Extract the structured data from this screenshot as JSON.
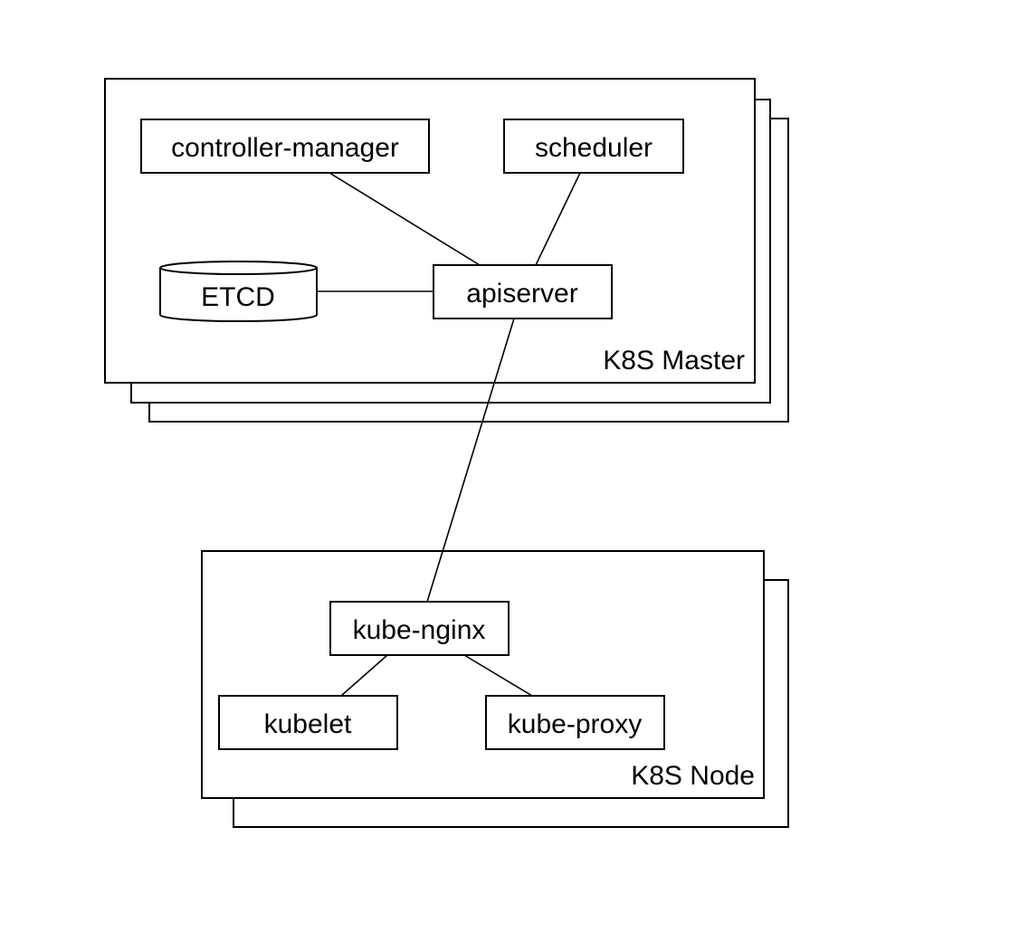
{
  "diagram": {
    "master": {
      "label": "K8S Master",
      "components": {
        "controller_manager": "controller-manager",
        "scheduler": "scheduler",
        "etcd": "ETCD",
        "apiserver": "apiserver"
      }
    },
    "node": {
      "label": "K8S Node",
      "components": {
        "kube_nginx": "kube-nginx",
        "kubelet": "kubelet",
        "kube_proxy": "kube-proxy"
      }
    }
  }
}
